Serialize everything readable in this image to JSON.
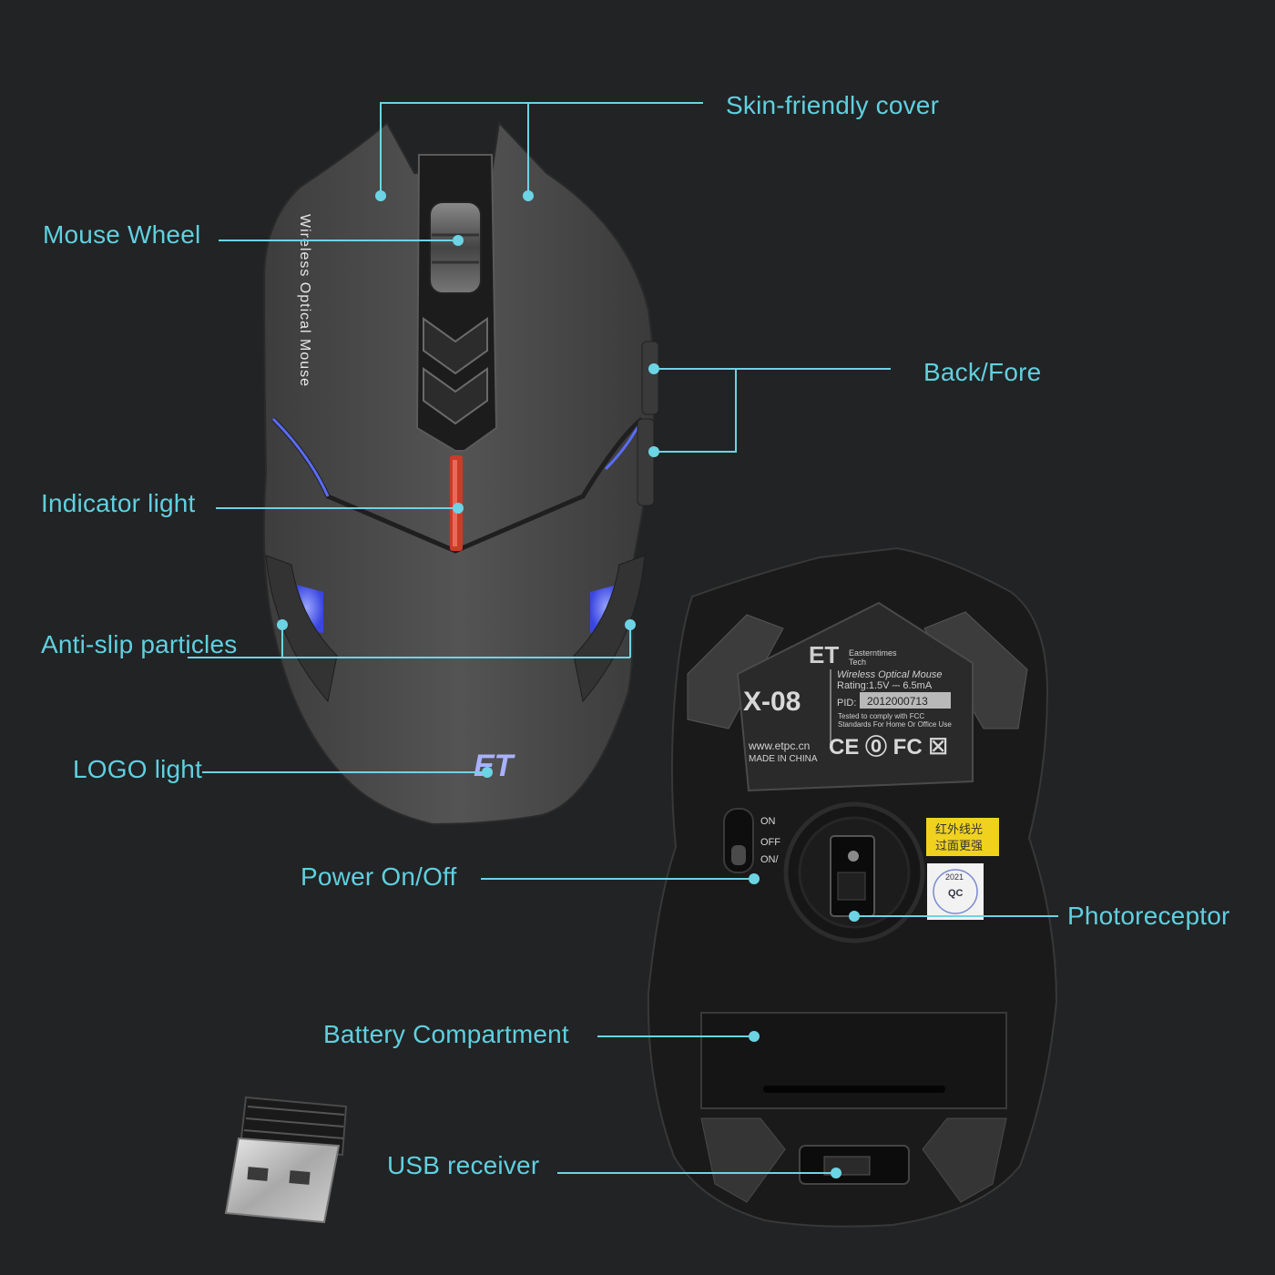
{
  "labels": {
    "skin_cover": "Skin-friendly cover",
    "mouse_wheel": "Mouse Wheel",
    "back_fore": "Back/Fore",
    "indicator_light": "Indicator light",
    "anti_slip": "Anti-slip particles",
    "logo_light": "LOGO light",
    "power": "Power On/Off",
    "photoreceptor": "Photoreceptor",
    "battery": "Battery Compartment",
    "usb_receiver": "USB receiver"
  },
  "mouse_side_text": "Wireless Optical Mouse",
  "logo_mark": "ET",
  "bottom_label": {
    "brand": "ET",
    "brand_name_line1": "Easterntimes",
    "brand_name_line2": "Tech",
    "model": "X-08",
    "product": "Wireless Optical Mouse",
    "rating": "Rating:1.5V ⎓ 6.5mA",
    "pid_label": "PID:",
    "pid": "2012000713",
    "fcc_line1": "Tested to comply with FCC",
    "fcc_line2": "Standards For Home Or Office Use",
    "website": "www.etpc.cn",
    "made_in": "MADE IN CHINA",
    "cert_marks": "CE ⓪ FC ☒"
  },
  "switch": {
    "on": "ON",
    "off": "OFF",
    "on_light": "ON/"
  },
  "sticker_cn": {
    "line1": "红外线光",
    "line2": "过面更强"
  },
  "qc_sticker": {
    "year": "2021",
    "mark": "QC"
  },
  "colors": {
    "background": "#222324",
    "label_text": "#5fd0e0",
    "leader_line": "#6cd4e4",
    "mouse_body": "#4a4a4a",
    "bottom_body": "#1a1a1a",
    "blue_led": "#5a6cff",
    "red_led": "#d0402a"
  }
}
